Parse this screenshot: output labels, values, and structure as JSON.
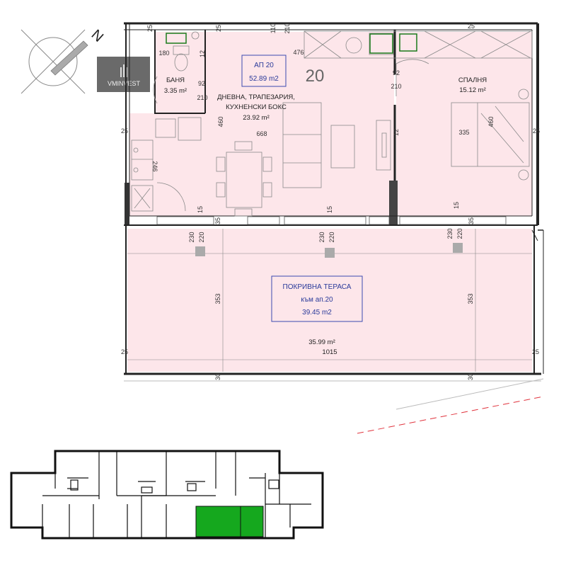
{
  "colors": {
    "room_fill": "#fde6ea",
    "wall": "#222222",
    "furniture": "#8a8a8a",
    "tag_border": "#3a4ab0",
    "tag_text": "#2a3a9a",
    "highlight": "#15a81e",
    "dash": "#e0323c",
    "logo_bg": "#6a6a6a"
  },
  "compass": {
    "label": "N"
  },
  "logo": {
    "text": "VMINVEST",
    "icon": "building-mark-icon"
  },
  "apartment": {
    "big_number": "20",
    "tag_line1": "АП 20",
    "tag_line2": "52.89 m2"
  },
  "rooms": {
    "bathroom": {
      "name": "БАНЯ",
      "area": "3.35 m²"
    },
    "living": {
      "name_line1": "ДНЕВНА, ТРАПЕЗАРИЯ,",
      "name_line2": "КУХНЕНСКИ БОКС",
      "area": "23.92 m²"
    },
    "bedroom": {
      "name": "СПАЛНЯ",
      "area": "15.12 m²"
    }
  },
  "terrace": {
    "tag_line1": "ПОКРИВНА ТЕРАСА",
    "tag_line2": "към ап.20",
    "tag_line3": "39.45 m2",
    "area": "35.99 m²",
    "width": "1015"
  },
  "dims": {
    "top_25a": "25",
    "top_25b": "25",
    "top_110": "110",
    "top_210": "210",
    "top_25c": "25",
    "bath_180": "180",
    "bath_12": "12",
    "bath_92": "92",
    "bath_210": "210",
    "living_476": "476",
    "living_460": "460",
    "living_668": "668",
    "door_92": "92",
    "door_210": "210",
    "wall_12": "12",
    "bed_335": "335",
    "bed_460": "460",
    "left_25": "25",
    "right_25": "25",
    "left_246": "246",
    "win_15a": "15",
    "win_15b": "15",
    "win_15c": "15",
    "wall_35a": "35",
    "wall_35b": "35",
    "col_230a": "230",
    "col_220a": "220",
    "col_230b": "230",
    "col_220b": "220",
    "col_230c": "230",
    "col_220c": "220",
    "ter_353a": "353",
    "ter_353b": "353",
    "ter_25a": "25",
    "ter_25b": "25",
    "ter_30a": "30",
    "ter_30b": "30"
  }
}
